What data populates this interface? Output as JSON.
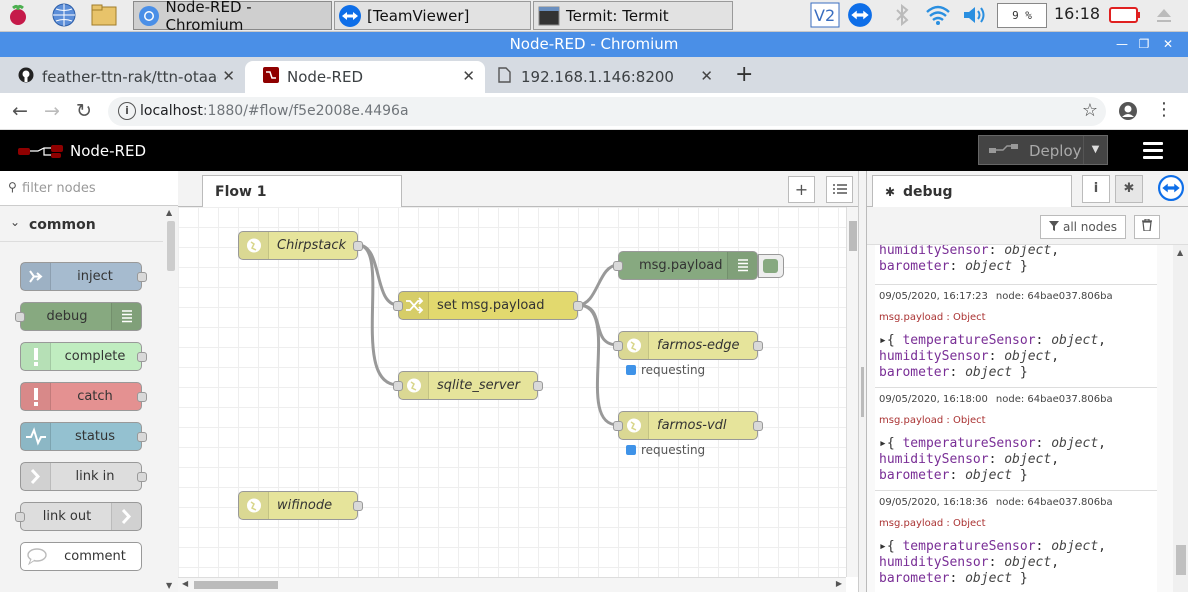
{
  "taskbar": {
    "tasks": [
      {
        "label": "Node-RED - Chromium"
      },
      {
        "label": "[TeamViewer]"
      },
      {
        "label": "Termit: Termit"
      }
    ],
    "cpu": "9 %",
    "clock": "16:18"
  },
  "browser": {
    "window_title": "Node-RED - Chromium",
    "tabs": [
      {
        "title": "feather-ttn-rak/ttn-otaa-fe"
      },
      {
        "title": "Node-RED"
      },
      {
        "title": "192.168.1.146:8200"
      }
    ],
    "url_host": "localhost",
    "url_rest": ":1880/#flow/f5e2008e.4496a"
  },
  "nodered": {
    "brand": "Node-RED",
    "deploy_label": "Deploy",
    "filter_placeholder": "filter nodes",
    "palette_category": "common",
    "palette_nodes": [
      {
        "label": "inject",
        "color": "#a6bbcf"
      },
      {
        "label": "debug",
        "color": "#87a980"
      },
      {
        "label": "complete",
        "color": "#c0edc0"
      },
      {
        "label": "catch",
        "color": "#e49191"
      },
      {
        "label": "status",
        "color": "#94c1d0"
      },
      {
        "label": "link in",
        "color": "#dddddd"
      },
      {
        "label": "link out",
        "color": "#dddddd"
      },
      {
        "label": "comment",
        "color": "#ffffff"
      }
    ],
    "flow_tab": "Flow 1",
    "flow_nodes": {
      "chirpstack": "Chirpstack",
      "set_payload": "set msg.payload",
      "sqlite": "sqlite_server",
      "msg_payload": "msg.payload",
      "farmos_edge": "farmos-edge",
      "farmos_vdl": "farmos-vdl",
      "wifinode": "wifinode",
      "status_requesting": "requesting"
    },
    "sidebar": {
      "tab_label": "debug",
      "filter_label": "all nodes",
      "top_partial": {
        "line1_key": "humiditySensor",
        "line2_key": "barometer"
      },
      "messages": [
        {
          "time": "09/05/2020, 16:17:23",
          "node": "node: 64bae037.806ba",
          "topic": "msg.payload : Object"
        },
        {
          "time": "09/05/2020, 16:18:00",
          "node": "node: 64bae037.806ba",
          "topic": "msg.payload : Object"
        },
        {
          "time": "09/05/2020, 16:18:36",
          "node": "node: 64bae037.806ba",
          "topic": "msg.payload : Object"
        }
      ],
      "msg_keys": [
        "temperatureSensor",
        "humiditySensor",
        "barometer"
      ],
      "msg_value": "object"
    }
  },
  "colors": {
    "node_yellow": "#e6e49b",
    "node_yellow_sel": "#e2d96e",
    "node_green": "#87a980",
    "accent_blue": "#4a8fe7",
    "status_blue": "#3f93e8"
  }
}
